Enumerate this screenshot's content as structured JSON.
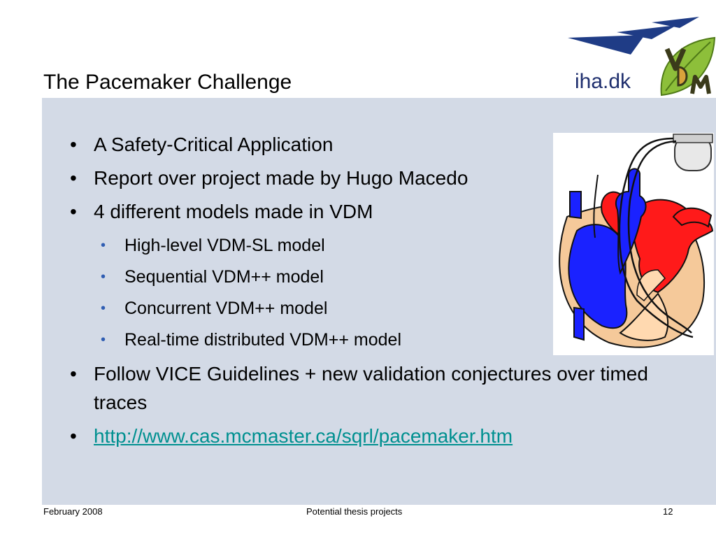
{
  "slide": {
    "title": "The Pacemaker Challenge",
    "logo_text": "iha.dk",
    "bullets": [
      {
        "text": "A Safety-Critical Application"
      },
      {
        "text": "Report over project made by Hugo Macedo"
      },
      {
        "text": "4 different models made in VDM"
      },
      {
        "text": "Follow VICE Guidelines + new validation conjectures over timed traces"
      },
      {
        "text": "http://www.cas.mcmaster.ca/sqrl/pacemaker.htm"
      }
    ],
    "sub_bullets": [
      {
        "text": "High-level VDM-SL model"
      },
      {
        "text": "Sequential VDM++ model"
      },
      {
        "text": "Concurrent VDM++ model"
      },
      {
        "text": "Real-time distributed VDM++ model"
      }
    ],
    "bullet_symbol": "•"
  },
  "footer": {
    "date": "February 2008",
    "center": "Potential thesis projects",
    "page": "12"
  },
  "colors": {
    "panel": "#d3dae6",
    "link": "#009090",
    "sub_bullet": "#2f5db2",
    "logo_blue": "#1f2f6e"
  }
}
